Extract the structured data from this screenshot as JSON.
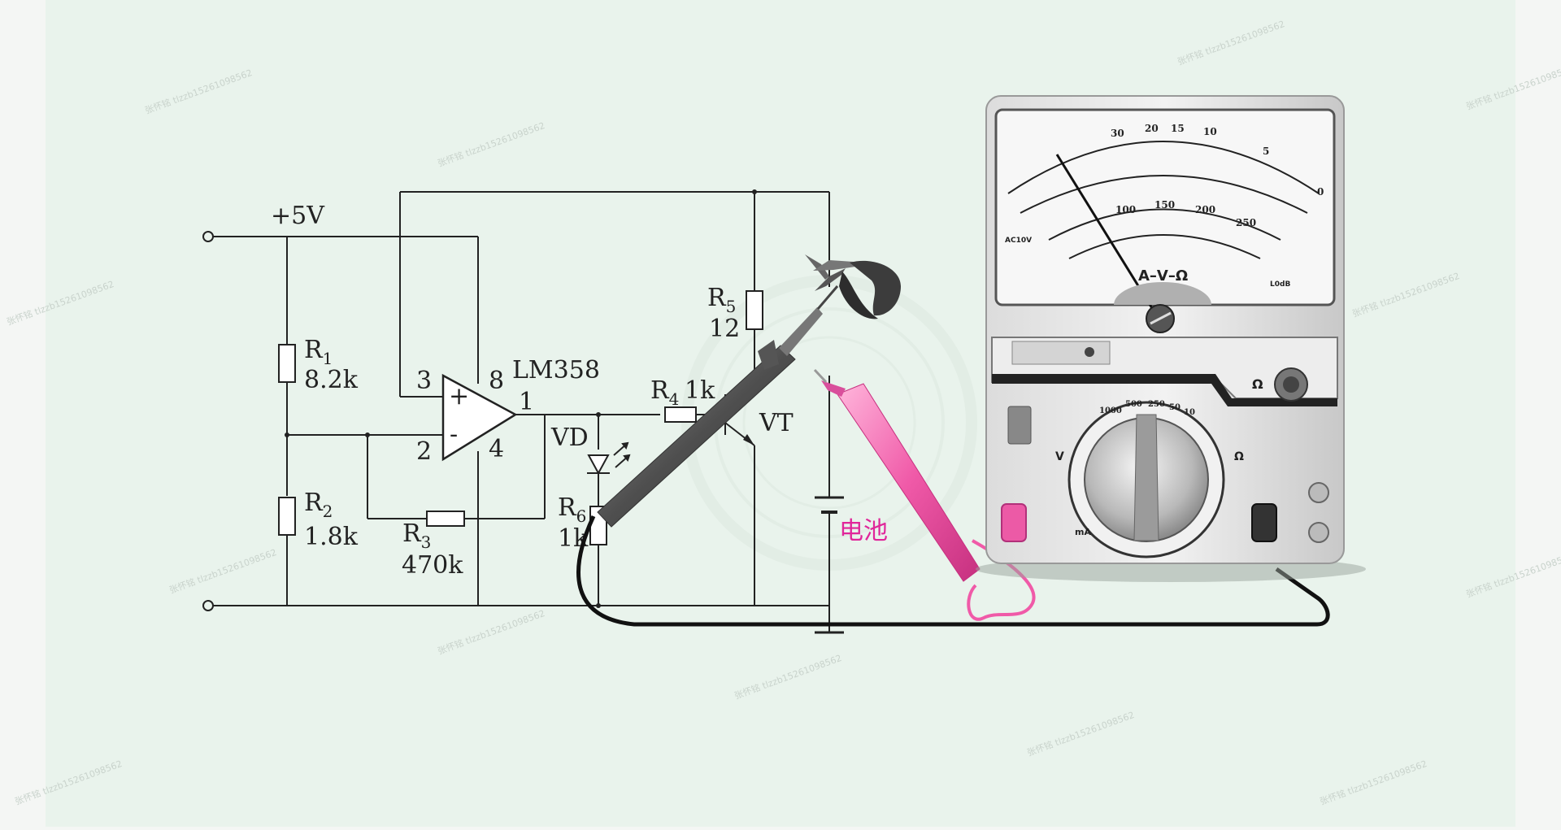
{
  "circuit": {
    "supply": "+5V",
    "ic": "LM358",
    "pins": {
      "p3": "3",
      "p8": "8",
      "p2": "2",
      "p4": "4",
      "p1": "1",
      "plus": "+",
      "minus": "-"
    },
    "r1": {
      "name": "R",
      "sub": "1",
      "value": "8.2k"
    },
    "r2": {
      "name": "R",
      "sub": "2",
      "value": "1.8k"
    },
    "r3": {
      "name": "R",
      "sub": "3",
      "value": "470k"
    },
    "r4": {
      "name": "R",
      "sub": "4",
      "value": "1k"
    },
    "r5": {
      "name": "R",
      "sub": "5",
      "value": "12"
    },
    "r6": {
      "name": "R",
      "sub": "6",
      "value": "1k"
    },
    "vd": "VD",
    "vt": "VT",
    "battery": "电池"
  },
  "meter": {
    "dial_label": "A–V–Ω",
    "ohm_jack": "Ω",
    "v_mark": "V",
    "ohm_mark": "Ω",
    "ma_mark": "mA",
    "acv_label": "AC10V",
    "db_label": "L0dB",
    "top_scale": [
      "30",
      "20",
      "15",
      "10",
      "5",
      "0"
    ],
    "mid_scale": [
      "100",
      "150",
      "200",
      "250"
    ],
    "range_labels": [
      "1000",
      "500",
      "250",
      "50",
      "10"
    ]
  },
  "watermark": "张怀铭 tlzzb15261098562"
}
